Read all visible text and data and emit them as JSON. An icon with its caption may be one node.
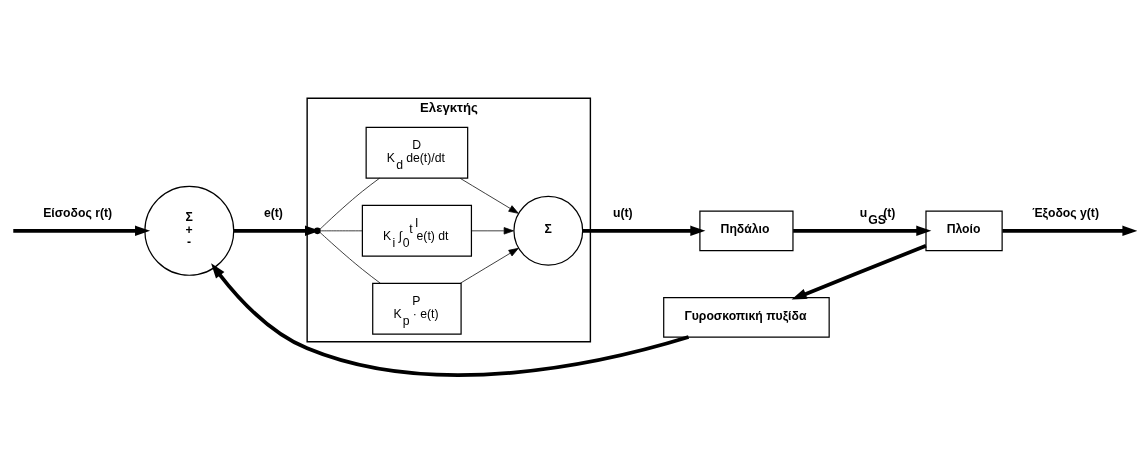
{
  "diagram": {
    "nodes": [
      {
        "text": [
          "Ελεγκτής"
        ]
      },
      {
        "text": [
          "Σ",
          "+",
          "-"
        ]
      },
      {
        "text": [
          "P",
          "K$_{p}$ · e(t)"
        ],
        "in": 0
      },
      {
        "text": [
          "I",
          "K$_{i}$ ∫$_{0}$$^{t}$ e(t) dt"
        ],
        "in": 0
      },
      {
        "text": [
          "D",
          "K$_{d}$ de(t)/dt"
        ],
        "in": 0
      },
      {
        "text": [
          "Σ"
        ],
        "in": 0
      },
      {
        "text": [
          "Πηδάλιο"
        ]
      },
      {
        "text": [
          "Πλοίο"
        ]
      },
      {
        "text": [
          "Γυροσκοπική πυξίδα"
        ]
      },
      {
        "text": [],
        "shape": "circle",
        "in": 0
      }
    ],
    "edges": [
      {
        "from": null,
        "to": 1,
        "arrow": "to",
        "label": "Είσοδος r(t)"
      },
      {
        "from": 1,
        "to": 9,
        "arrow": "to",
        "label": "e(t)"
      },
      {
        "from": 9,
        "to": 2,
        "arrow": "none"
      },
      {
        "from": 9,
        "to": 3,
        "arrow": "none"
      },
      {
        "from": 9,
        "to": 4,
        "arrow": "none"
      },
      {
        "from": 2,
        "to": 5,
        "arrow": "to"
      },
      {
        "from": 3,
        "to": 5,
        "arrow": "to"
      },
      {
        "from": 4,
        "to": 5,
        "arrow": "to"
      },
      {
        "from": 5,
        "to": 6,
        "arrow": "to",
        "label": "u(t)"
      },
      {
        "from": 6,
        "to": 7,
        "arrow": "to",
        "label": "u$_{GS}$(t)"
      },
      {
        "from": 7,
        "to": null,
        "arrow": "to",
        "label": "Έξοδος y(t)"
      },
      {
        "from": 7,
        "to": 8,
        "arrow": "to"
      },
      {
        "from": 8,
        "to": 1,
        "arrow": "to"
      }
    ]
  }
}
